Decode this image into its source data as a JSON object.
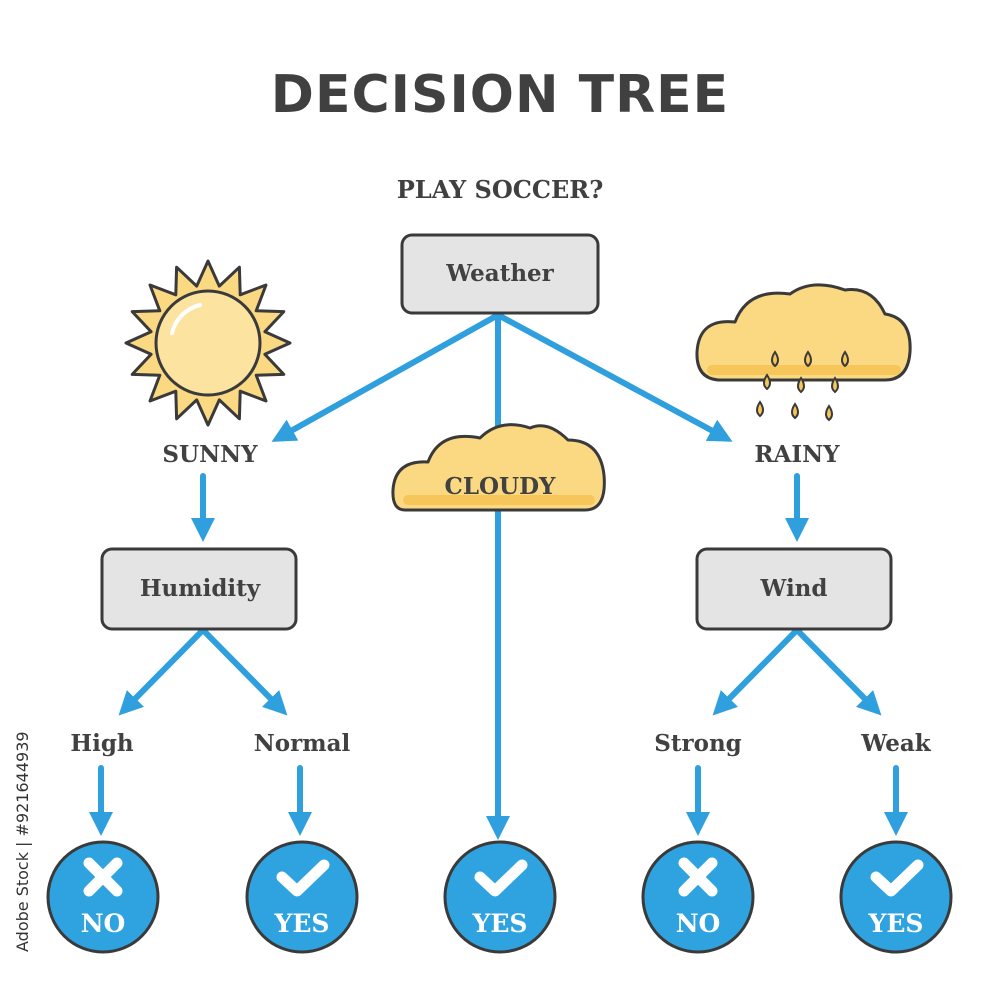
{
  "title": "DECISION TREE",
  "question": "PLAY SOCCER?",
  "nodes": {
    "root": "Weather",
    "sunny": "SUNNY",
    "cloudy": "CLOUDY",
    "rainy": "RAINY",
    "humidity": "Humidity",
    "wind": "Wind",
    "high": "High",
    "normal": "Normal",
    "strong": "Strong",
    "weak": "Weak"
  },
  "outcomes": [
    "NO",
    "YES",
    "YES",
    "NO",
    "YES"
  ],
  "stock_id": "Adobe Stock | #921644939",
  "colors": {
    "arrow": "#2f9fde",
    "outcome_fill": "#2fa3df",
    "box_fill": "#e4e4e4",
    "outline": "#3a3a3a",
    "yellow": "#fbd983",
    "yellow_dark": "#f6c65b",
    "text": "#414141"
  }
}
